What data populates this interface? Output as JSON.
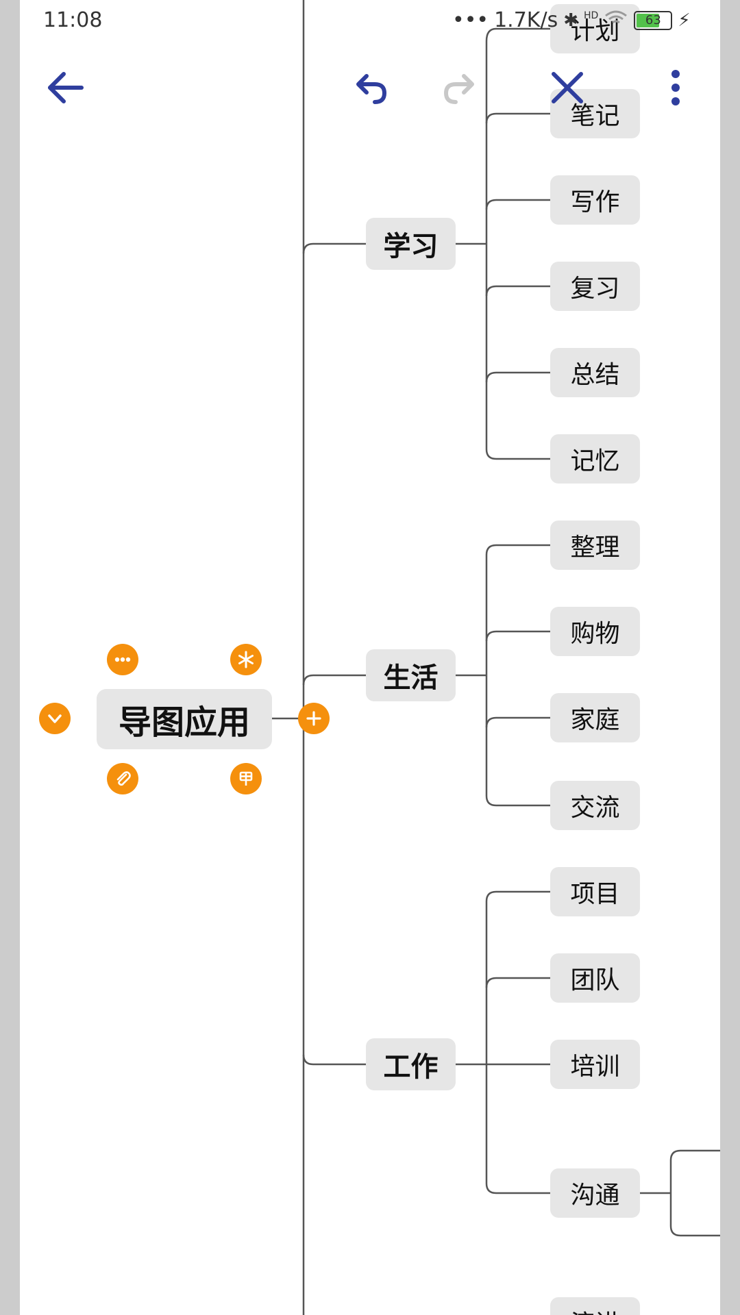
{
  "status_bar": {
    "time": "11:08",
    "network_speed": "1.7K/s",
    "hd_label": "HD",
    "battery_level": "63"
  },
  "toolbar": {
    "icons": [
      "back-arrow-icon",
      "undo-icon",
      "redo-icon",
      "close-icon",
      "more-vert-icon"
    ],
    "accent_color": "#2f3e9e",
    "disabled_color": "#c8c8c8"
  },
  "mindmap": {
    "root": "导图应用",
    "root_action_icons": [
      "more-horiz-icon",
      "asterisk-icon",
      "collapse-icon",
      "attachment-icon",
      "flag-icon",
      "add-icon"
    ],
    "action_color": "#f5900d",
    "branches": [
      {
        "label": "学习",
        "children": [
          "计划",
          "笔记",
          "写作",
          "复习",
          "总结",
          "记忆"
        ]
      },
      {
        "label": "生活",
        "children": [
          "整理",
          "购物",
          "家庭",
          "交流"
        ]
      },
      {
        "label": "工作",
        "children": [
          "项目",
          "团队",
          "培训",
          "沟通",
          "演讲"
        ]
      }
    ]
  }
}
